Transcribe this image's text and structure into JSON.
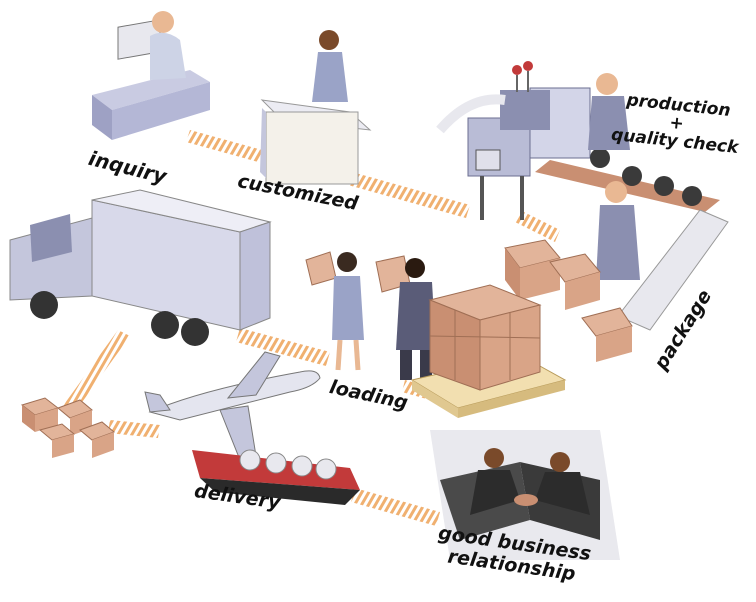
{
  "steps": {
    "inquiry": "inquiry",
    "customized": "customized",
    "production": "production",
    "plus": "+",
    "quality_check": "quality check",
    "package": "package",
    "loading": "loading",
    "delivery": "delivery",
    "relationship_line1": "good business",
    "relationship_line2": "relationship"
  },
  "colors": {
    "path_stripe": "#f0b070",
    "box": "#e2b49a",
    "box_dark": "#c98f72",
    "machine": "#b9bcd6",
    "machine_dark": "#8b8fb0",
    "truck": "#d8d9ea",
    "ship_hull": "#2a2a2a",
    "ship_trim": "#c23a3a",
    "suit": "#2c2c2c"
  },
  "icons": [
    "office-worker-icon",
    "designer-icon",
    "production-machine-icon",
    "conveyor-worker-icon",
    "box-stack-icon",
    "truck-icon",
    "loader-workers-icon",
    "pallet-boxes-icon",
    "airplane-icon",
    "cargo-ship-icon",
    "handshake-icon"
  ]
}
